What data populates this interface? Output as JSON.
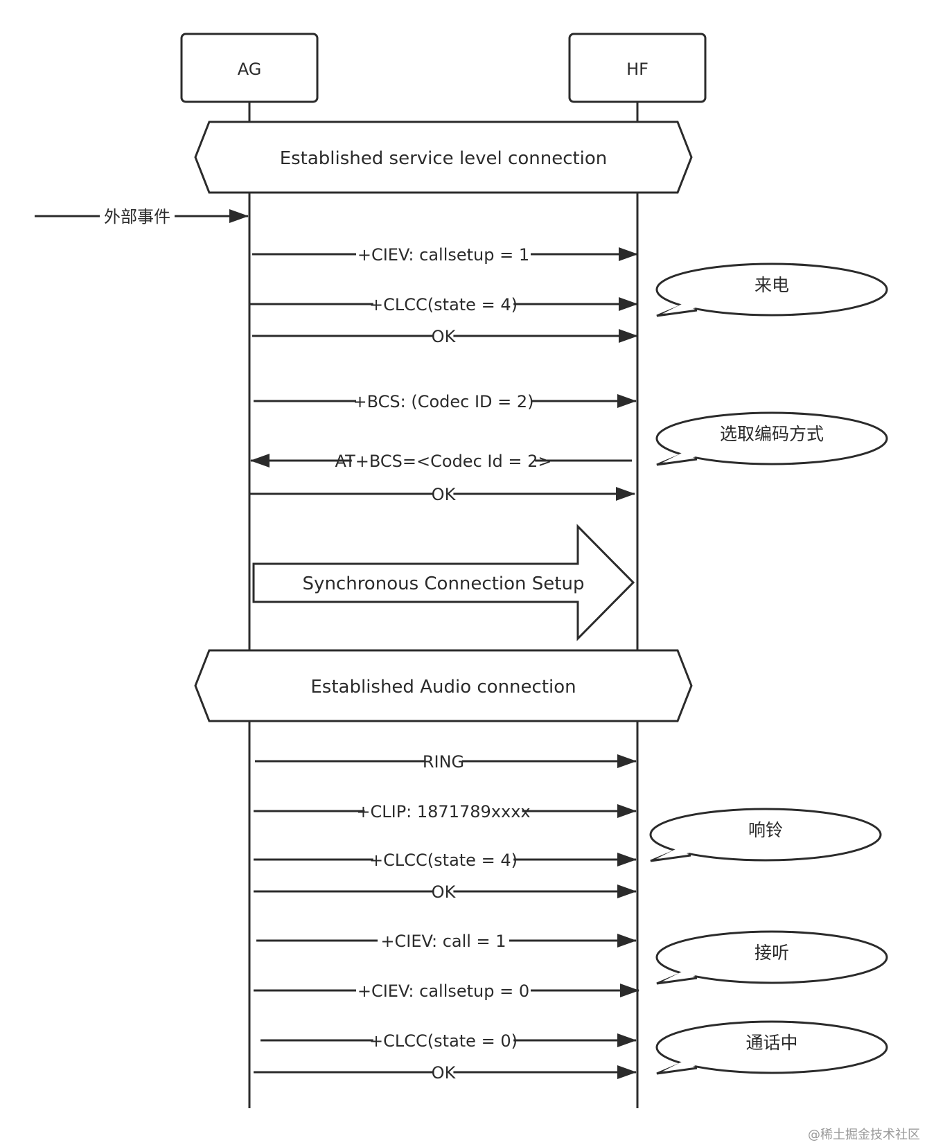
{
  "participants": {
    "left": "AG",
    "right": "HF"
  },
  "banners": {
    "slc": "Established service level connection",
    "audio": "Established Audio connection"
  },
  "external_event": "外部事件",
  "messages": [
    {
      "label": "+CIEV: callsetup = 1",
      "direction": "to-hf"
    },
    {
      "label": "+CLCC(state = 4)",
      "direction": "to-hf"
    },
    {
      "label": "OK",
      "direction": "to-hf"
    },
    {
      "label": "+BCS: (Codec ID = 2)",
      "direction": "to-hf"
    },
    {
      "label": "AT+BCS=<Codec Id = 2>",
      "direction": "to-ag"
    },
    {
      "label": "OK",
      "direction": "to-hf"
    },
    {
      "label": "RING",
      "direction": "to-hf"
    },
    {
      "label": "+CLIP: 1871789xxxx",
      "direction": "to-hf"
    },
    {
      "label": "+CLCC(state = 4)",
      "direction": "to-hf"
    },
    {
      "label": "OK",
      "direction": "to-hf"
    },
    {
      "label": "+CIEV: call = 1",
      "direction": "to-hf"
    },
    {
      "label": "+CIEV: callsetup = 0",
      "direction": "to-hf"
    },
    {
      "label": "+CLCC(state = 0)",
      "direction": "to-hf"
    },
    {
      "label": "OK",
      "direction": "to-hf"
    }
  ],
  "sco_label": "Synchronous Connection Setup",
  "notes": [
    "来电",
    "选取编码方式",
    "响铃",
    "接听",
    "通话中"
  ],
  "watermark": "@稀土掘金技术社区"
}
